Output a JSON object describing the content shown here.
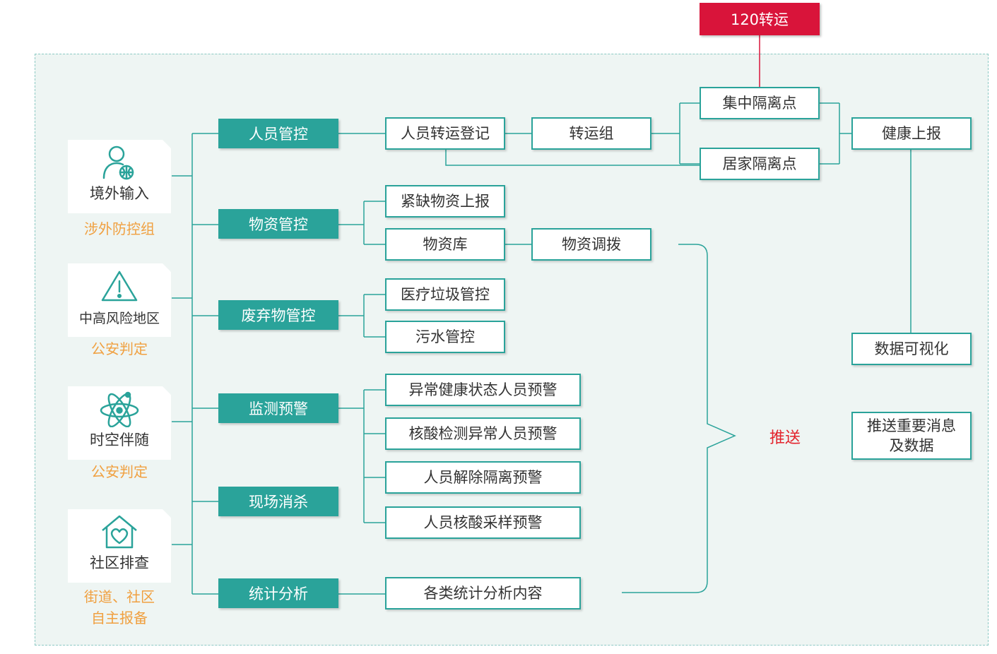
{
  "top": {
    "transport_label": "120转运"
  },
  "sources": [
    {
      "label": "境外输入",
      "icon": "person-globe-icon",
      "caption": "涉外防控组"
    },
    {
      "label": "中高风险地区",
      "icon": "warning-icon",
      "caption": "公安判定"
    },
    {
      "label": "时空伴随",
      "icon": "atom-icon",
      "caption": "公安判定"
    },
    {
      "label": "社区排查",
      "icon": "house-heart-icon",
      "caption": "街道、社区\n自主报备"
    }
  ],
  "categories": [
    "人员管控",
    "物资管控",
    "废弃物管控",
    "监测预警",
    "现场消杀",
    "统计分析"
  ],
  "personnel": {
    "register": "人员转运登记",
    "transport_group": "转运组",
    "central_isolation": "集中隔离点",
    "home_isolation": "居家隔离点",
    "health_report": "健康上报"
  },
  "supplies": {
    "shortage_report": "紧缺物资上报",
    "warehouse": "物资库",
    "dispatch": "物资调拨"
  },
  "waste": {
    "medical": "医疗垃圾管控",
    "sewage": "污水管控"
  },
  "monitoring": [
    "异常健康状态人员预警",
    "核酸检测异常人员预警",
    "人员解除隔离预警",
    "人员核酸采样预警"
  ],
  "statistics": {
    "content": "各类统计分析内容"
  },
  "right": {
    "visualization": "数据可视化",
    "push_label": "推送",
    "push_box": "推送重要消息\n及数据"
  },
  "colors": {
    "teal": "#2aa39a",
    "red": "#d9143a",
    "orange": "#f0a040",
    "push_red": "#e3232c"
  }
}
